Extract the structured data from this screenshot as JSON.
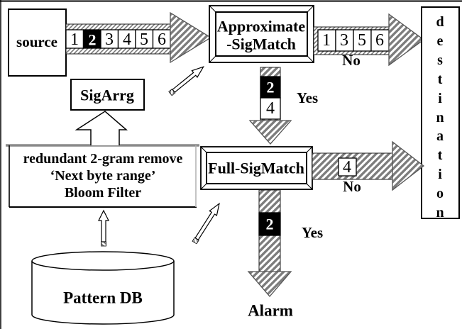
{
  "figure": {
    "source": {
      "label": "source"
    },
    "input_packets": [
      "1",
      "2",
      "3",
      "4",
      "5",
      "6"
    ],
    "input_highlight_index": 1,
    "approx_sigmatch": {
      "line1": "Approximate",
      "line2": "-SigMatch"
    },
    "approx_no_packets": [
      "1",
      "3",
      "5",
      "6"
    ],
    "approx_no_label": "No",
    "approx_yes_packets": [
      "2",
      "4"
    ],
    "approx_yes_label": "Yes",
    "full_sigmatch": {
      "label": "Full-SigMatch"
    },
    "full_no_packets": [
      "4"
    ],
    "full_no_label": "No",
    "full_yes_packets": [
      "2"
    ],
    "full_yes_label": "Yes",
    "sigarrg": {
      "label": "SigArrg"
    },
    "preprocess": {
      "line1": "redundant 2-gram remove",
      "line2": "‘Next byte range’",
      "line3": "Bloom Filter"
    },
    "pattern_db": {
      "label": "Pattern DB"
    },
    "destination": {
      "word": "destination",
      "letters": [
        "d",
        "e",
        "s",
        "t",
        "i",
        "n",
        "a",
        "t",
        "i",
        "o",
        "n"
      ]
    },
    "alarm": {
      "label": "Alarm"
    },
    "colors": {
      "hatch_small": "#777777",
      "hatch_big": "#7d7d7d",
      "cell_highlight": "#000000",
      "ink": "#000000",
      "background": "#ffffff"
    }
  }
}
